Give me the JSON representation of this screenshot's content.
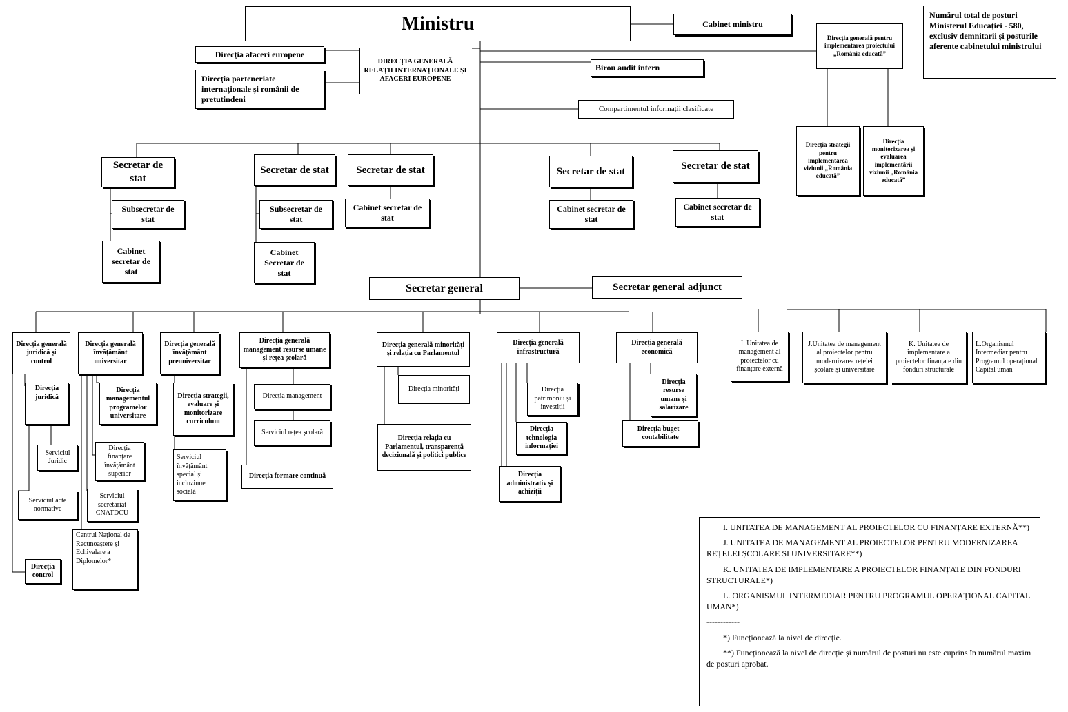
{
  "top": {
    "ministru": "Ministru",
    "cabinet_ministru": "Cabinet ministru",
    "total_posts": "Numărul total de posturi Ministerul Educației - 580, exclusiv demnitarii și posturile aferente cabinetului ministrului"
  },
  "left_group": {
    "afaceri_europene": "Direcția afaceri europene",
    "parteneriate": "Direcția parteneriate internaționale și românii de pretutindeni",
    "dg_relatii": "DIRECȚIA GENERALĂ RELAȚII INTERNAȚIONALE ȘI AFACERI EUROPENE"
  },
  "right_group": {
    "birou_audit": "Birou audit intern",
    "compartiment": "Compartimentul informații clasificate",
    "dg_romania": "Direcția generală pentru implementarea proiectului „România educată”",
    "dir_strategii": "Direcția strategii pentru implementarea viziunii „România educată”",
    "dir_monitorizare": "Direcția monitorizarea și evaluarea implementării viziunii „România educată”"
  },
  "secretari": {
    "s1": "Secretar de stat",
    "s1_sub": "Subsecretar de stat",
    "s1_cab": "Cabinet secretar de stat",
    "s2": "Secretar de stat",
    "s2_sub": "Subsecretar de stat",
    "s2_cab": "Cabinet Secretar de stat",
    "s3": "Secretar de stat",
    "s3_cab": "Cabinet secretar de stat",
    "s4": "Secretar de stat",
    "s4_cab": "Cabinet secretar de stat",
    "s5": "Secretar de stat",
    "s5_cab": "Cabinet secretar de stat"
  },
  "general": {
    "secretar_general": "Secretar general",
    "secretar_general_adjunct": "Secretar general adjunct"
  },
  "directii": {
    "juridica": "Direcția generală juridică și control",
    "juridica_dir": "Direcția juridică",
    "juridica_serv": "Serviciul Juridic",
    "juridica_acte": "Serviciul acte normative",
    "juridica_control": "Direcția control",
    "univ": "Direcția generală învățământ universitar",
    "univ_mgmt": "Direcția managementul programelor universitare",
    "univ_fin": "Direcția finanțare învățământ superior",
    "univ_cnatdcu": "Serviciul secretariat CNATDCU",
    "univ_centru": "Centrul Național de Recunoaștere și Echivalare a Diplomelor*",
    "preuniv": "Direcția generală învățământ preuniversitar",
    "preuniv_strategii": "Direcția strategii, evaluare și monitorizare curriculum",
    "preuniv_serv": "Serviciul învățământ special și incluziune socială",
    "resurse": "Direcția generală management resurse umane și rețea școlară",
    "resurse_mgmt": "Direcția management",
    "resurse_retea": "Serviciul rețea școlară",
    "resurse_formare": "Direcția formare continuă",
    "minoritati": "Direcția generală minorități și relația cu Parlamentul",
    "minoritati_dir": "Direcția minorități",
    "minoritati_parl": "Direcția relația cu Parlamentul, transparență decizională și politici publice",
    "infra": "Direcția generală infrastructură",
    "infra_patrimoniu": "Direcția patrimoniu și investiții",
    "infra_tehnologia": "Direcția tehnologia informației",
    "infra_admin": "Direcția administrativ și achiziții",
    "economica": "Direcția generală economică",
    "economica_resurse": "Direcția resurse umane și salarizare",
    "economica_buget": "Direcția buget - contabilitate",
    "unit_i": "I. Unitatea de management al proiectelor cu finanțare externă",
    "unit_j": "J.Unitatea de management al proiectelor pentru modernizarea rețelei școlare și universitare",
    "unit_k": "K. Unitatea de implementare a proiectelor finanțate din fonduri structurale",
    "unit_l": "L.Organismul Intermediar pentru Programul operațional Capital uman"
  },
  "legend": {
    "i": "I. UNITATEA DE MANAGEMENT AL PROIECTELOR CU FINANȚARE EXTERNĂ**)",
    "j": "J. UNITATEA DE MANAGEMENT AL PROIECTELOR PENTRU MODERNIZAREA REȚELEI ȘCOLARE ȘI UNIVERSITARE**)",
    "k": "K. UNITATEA DE IMPLEMENTARE A PROIECTELOR FINANȚATE DIN FONDURI STRUCTURALE*)",
    "l": "L. ORGANISMUL INTERMEDIAR PENTRU PROGRAMUL OPERAȚIONAL CAPITAL UMAN*)",
    "sep": "------------",
    "note1": "*) Funcționează la nivel de direcție.",
    "note2": "**) Funcționează la nivel de direcție și numărul de posturi nu este cuprins în numărul maxim de posturi aprobat."
  }
}
